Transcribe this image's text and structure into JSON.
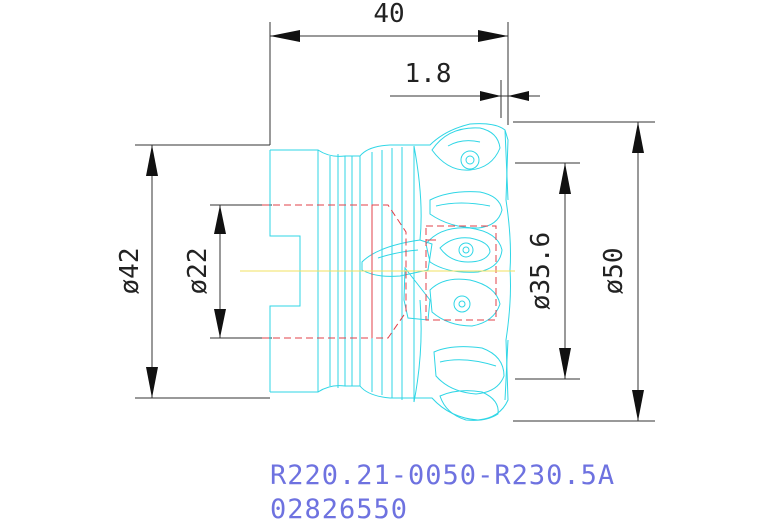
{
  "dimensions": {
    "overall_length": "40",
    "offset": "1.8",
    "diameter_shank": "ø42",
    "diameter_bore": "ø22",
    "diameter_inner": "ø35.6",
    "diameter_cutting": "ø50"
  },
  "caption": {
    "part_number": "R220.21-0050-R230.5A",
    "article_number": "02826550"
  },
  "colors": {
    "outline": "#2fd6e6",
    "hidden_lines": "#e0404a",
    "center_axis": "#f0e060",
    "dimension_lines": "#333333",
    "caption": "#6e72e0"
  }
}
